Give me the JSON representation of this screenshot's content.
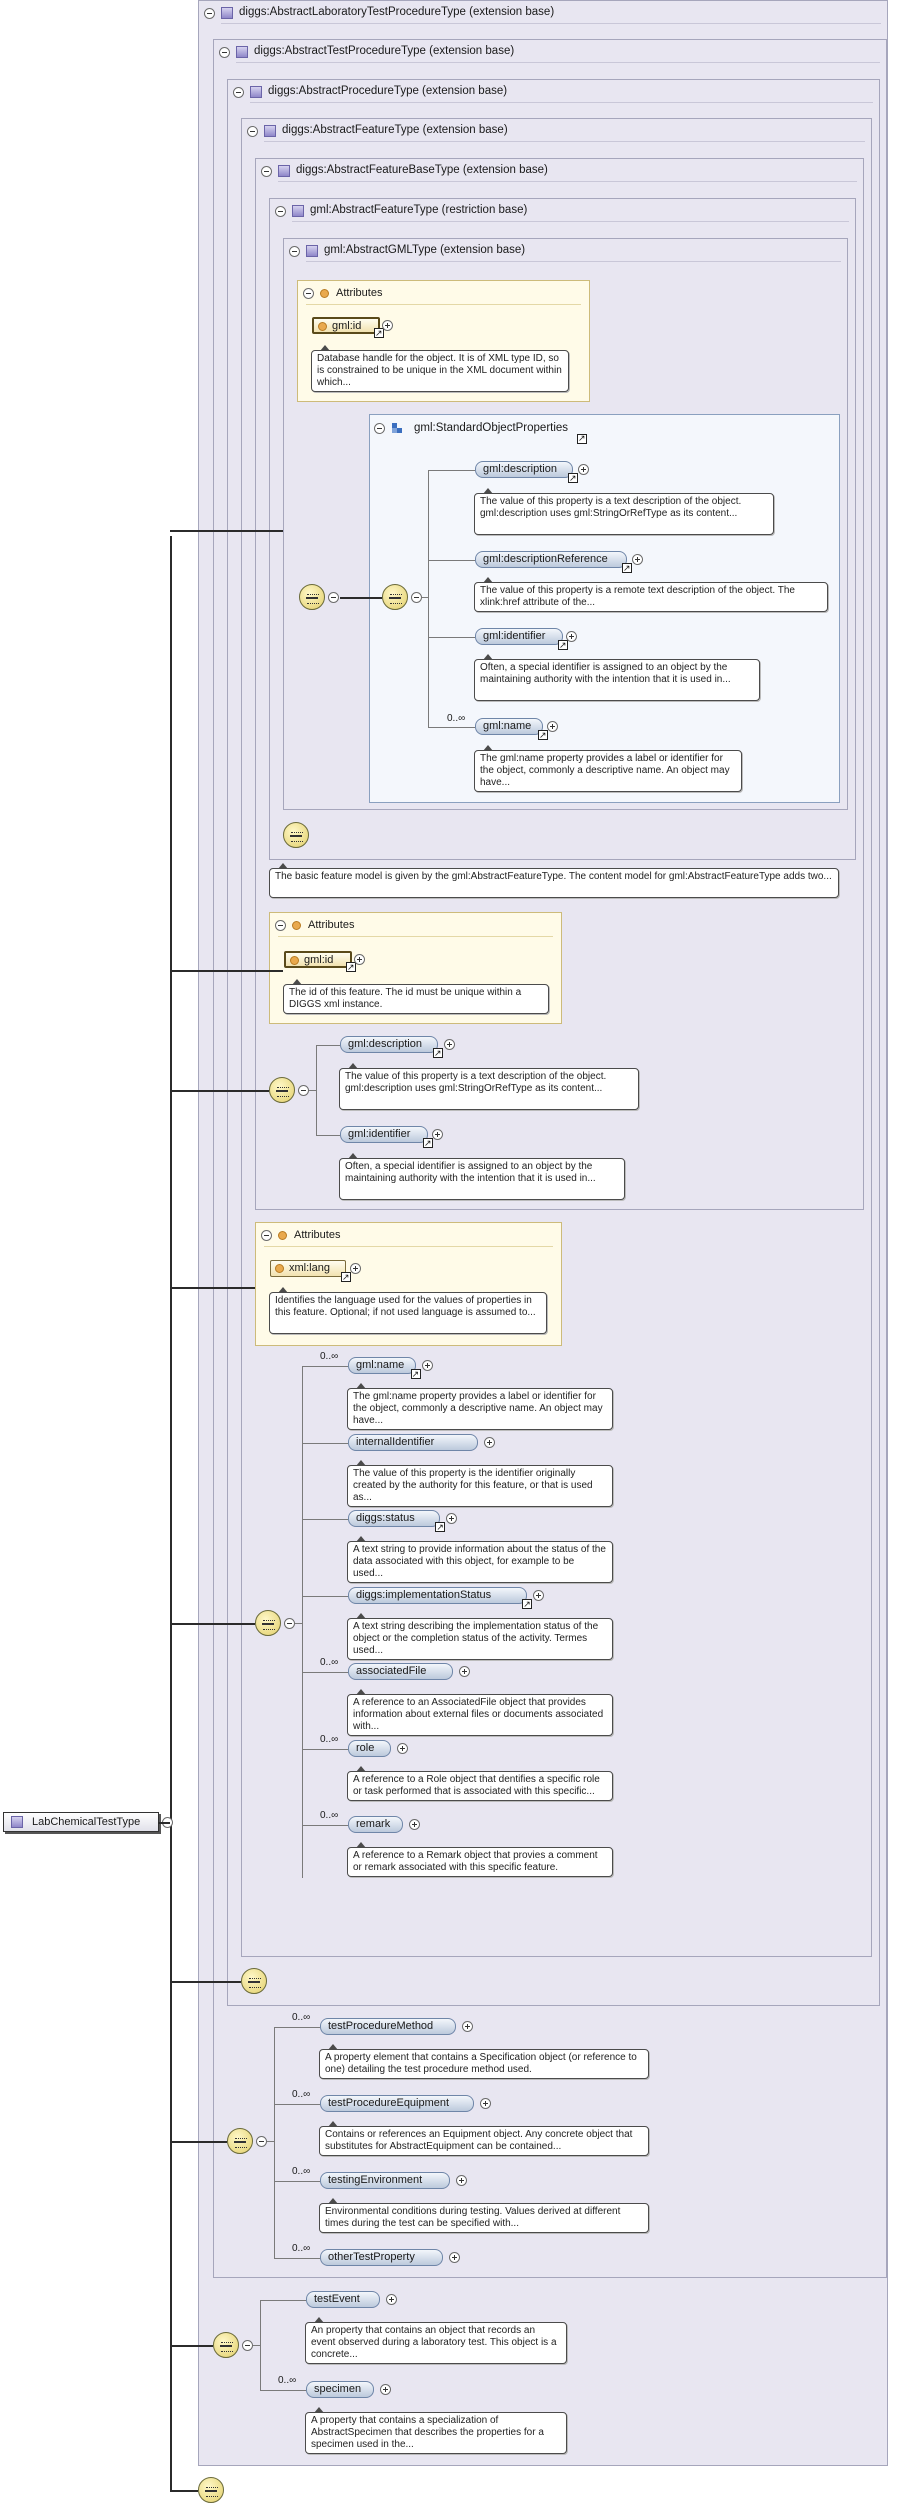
{
  "root": {
    "label": "LabChemicalTestType"
  },
  "types": {
    "t1": "diggs:AbstractLaboratoryTestProcedureType (extension base)",
    "t2": "diggs:AbstractTestProcedureType (extension base)",
    "t3": "diggs:AbstractProcedureType (extension base)",
    "t4": "diggs:AbstractFeatureType (extension base)",
    "t5": "diggs:AbstractFeatureBaseType (extension base)",
    "t6": "gml:AbstractFeatureType (restriction base)",
    "t7": "gml:AbstractGMLType (extension base)"
  },
  "attributes_label": "Attributes",
  "gmlid_1": {
    "name": "gml:id",
    "doc": "Database handle for the object. It is of XML type ID, so is constrained to be unique in the XML document within which..."
  },
  "std": {
    "title": "gml:StandardObjectProperties",
    "items": [
      {
        "name": "gml:description",
        "doc": "The value of this property is a text description of the object. gml:description uses gml:StringOrRefType as its content..."
      },
      {
        "name": "gml:descriptionReference",
        "doc": "The value of this property is a remote text description of the object. The xlink:href attribute of the..."
      },
      {
        "name": "gml:identifier",
        "doc": "Often, a special identifier is assigned to an object by the maintaining authority with the intention that it is used in..."
      },
      {
        "name": "gml:name",
        "mult": "0..∞",
        "doc": "The gml:name property provides a label or identifier for the object, commonly a descriptive name. An object may have..."
      }
    ]
  },
  "feature_doc": "The basic feature model is given by the gml:AbstractFeatureType. The content model for gml:AbstractFeatureType adds two...",
  "gmlid_2": {
    "name": "gml:id",
    "doc": "The id of this feature. The id must be unique within a DIGGS xml instance."
  },
  "base_items": [
    {
      "name": "gml:description",
      "doc": "The value of this property is a text description of the object. gml:description uses gml:StringOrRefType as its content..."
    },
    {
      "name": "gml:identifier",
      "doc": "Often, a special identifier is assigned to an object by the maintaining authority with the intention that it is used in..."
    }
  ],
  "xmllang": {
    "name": "xml:lang",
    "doc": "Identifies the language used for the values of properties in this feature. Optional; if not used language is assumed to..."
  },
  "feature_items": [
    {
      "name": "gml:name",
      "mult": "0..∞",
      "doc": "The gml:name property provides a label or identifier for the object, commonly a descriptive name. An object may have..."
    },
    {
      "name": "internalIdentifier",
      "mult": "",
      "doc": "The value of this property is the identifier originally created by the authority for this feature, or that is used as..."
    },
    {
      "name": "diggs:status",
      "mult": "",
      "doc": "A text string to provide information about the status of the data associated with this object, for example to be used..."
    },
    {
      "name": "diggs:implementationStatus",
      "mult": "",
      "doc": "A text string describing the implementation status of the object or the completion status of the activity. Termes used..."
    },
    {
      "name": "associatedFile",
      "mult": "0..∞",
      "doc": "A reference to an AssociatedFile object that provides information about external files or documents associated with..."
    },
    {
      "name": "role",
      "mult": "0..∞",
      "doc": "A reference to a Role object that dentifies a specific role or task performed that is associated with this specific..."
    },
    {
      "name": "remark",
      "mult": "0..∞",
      "doc": "A reference to a Remark object that provies a comment or remark associated with this specific feature."
    }
  ],
  "test_items": [
    {
      "name": "testProcedureMethod",
      "mult": "0..∞",
      "doc": "A property element that contains a Specification object (or reference to one) detailing the test procedure method used."
    },
    {
      "name": "testProcedureEquipment",
      "mult": "0..∞",
      "doc": "Contains or references an Equipment object. Any concrete object that substitutes for AbstractEquipment can be contained..."
    },
    {
      "name": "testingEnvironment",
      "mult": "0..∞",
      "doc": "Environmental conditions during testing. Values derived at different times during the test can be specified with..."
    },
    {
      "name": "otherTestProperty",
      "mult": "0..∞",
      "doc": ""
    }
  ],
  "lab_items": [
    {
      "name": "testEvent",
      "mult": "",
      "doc": "An property that contains an object that records an event observed during a laboratory test. This object is a concrete..."
    },
    {
      "name": "specimen",
      "mult": "0..∞",
      "doc": "A property that contains a specialization of AbstractSpecimen that describes the properties for a specimen used in the..."
    }
  ]
}
